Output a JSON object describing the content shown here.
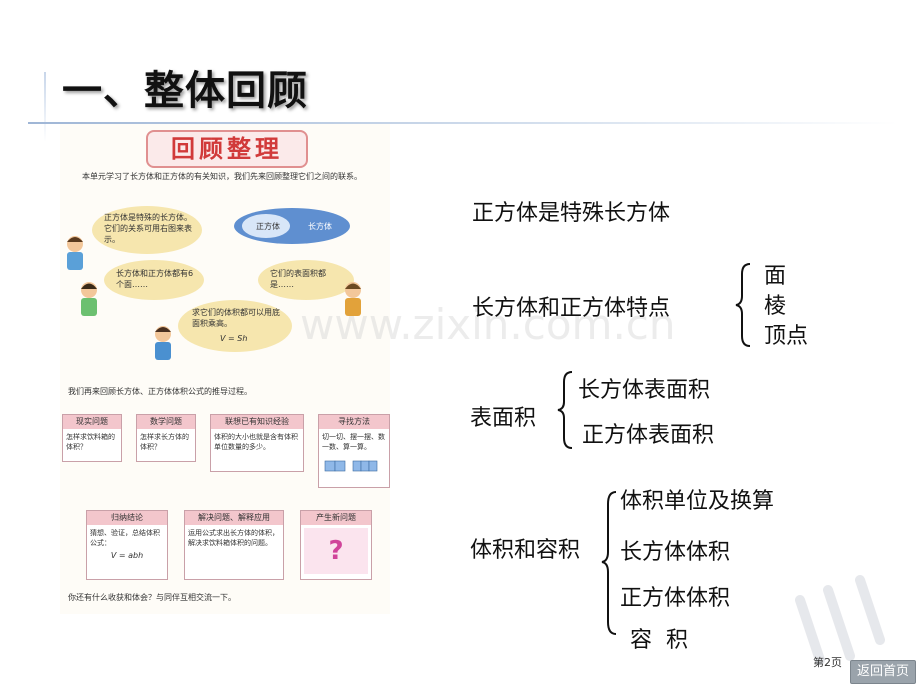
{
  "title": "一、整体回顾",
  "watermark": "www.zixin.com.cn",
  "textbook": {
    "heading": "回顾整理",
    "intro": "本单元学习了长方体和正方体的有关知识，我们先来回顾整理它们之间的联系。",
    "bubble1": "正方体是特殊的长方体。它们的关系可用右图来表示。",
    "venn_inner": "正方体",
    "venn_outer": "长方体",
    "bubble2": "长方体和正方体都有6个面……",
    "bubble3": "它们的表面积都是……",
    "bubble4": "求它们的体积都可以用底面积乘高。",
    "formula_sh": "V = Sh",
    "flow_intro": "我们再来回顾长方体、正方体体积公式的推导过程。",
    "flow_row1": [
      {
        "head": "现实问题",
        "body": "怎样求饮料箱的体积？"
      },
      {
        "head": "数学问题",
        "body": "怎样求长方体的体积？"
      },
      {
        "head": "联想已有知识经验",
        "body": "体积的大小也就是含有体积单位数量的多少。"
      },
      {
        "head": "寻找方法",
        "body": "切一切、摆一摆、数一数、算一算。"
      }
    ],
    "flow_row2": [
      {
        "head": "归纳结论",
        "body": "猜想、验证，总结体积公式："
      },
      {
        "head": "解决问题、解释应用",
        "body": "运用公式求出长方体的体积，解决求饮料箱体积的问题。"
      },
      {
        "head": "产生新问题",
        "body": "?"
      }
    ],
    "formula_abh": "V = abh",
    "closing": "你还有什么收获和体会？与同伴互相交流一下。"
  },
  "outline": {
    "item1": "正方体是特殊长方体",
    "item2": {
      "label": "长方体和正方体特点",
      "children": [
        "面",
        "棱",
        "顶点"
      ]
    },
    "item3": {
      "label": "表面积",
      "children": [
        "长方体表面积",
        "正方体表面积"
      ]
    },
    "item4": {
      "label": "体积和容积",
      "children": [
        "体积单位及换算",
        "长方体体积",
        "正方体体积",
        "容  积"
      ]
    }
  },
  "footer": {
    "page": "第2页",
    "back": "返回首页"
  },
  "colors": {
    "bubble": "#f6e6ae",
    "venn": "#5f8fd0",
    "flow_head": "#f3c6cc",
    "heading_red": "#d13a3a"
  }
}
